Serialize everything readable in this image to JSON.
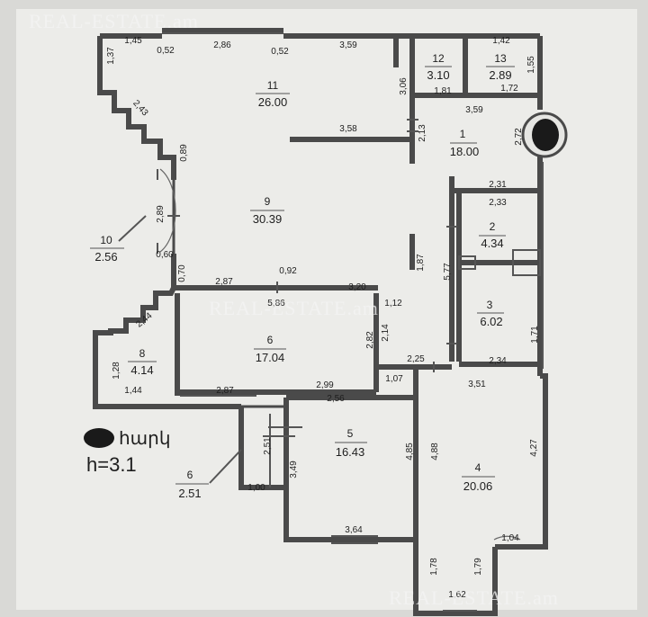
{
  "watermark": "REAL-ESTATE.am",
  "floor_label": "հարկ",
  "height_label": "h=3.1",
  "colors": {
    "paper": "#d9d9d6",
    "wall": "#4a4a4a",
    "redaction": "#1a1a1a"
  },
  "rooms": [
    {
      "num": "1",
      "area": "18.00"
    },
    {
      "num": "2",
      "area": "4.34"
    },
    {
      "num": "3",
      "area": "6.02"
    },
    {
      "num": "4",
      "area": "20.06"
    },
    {
      "num": "5",
      "area": "16.43"
    },
    {
      "num": "6",
      "area": "17.04"
    },
    {
      "num": "6",
      "area": "2.51"
    },
    {
      "num": "8",
      "area": "4.14"
    },
    {
      "num": "9",
      "area": "30.39"
    },
    {
      "num": "10",
      "area": "2.56"
    },
    {
      "num": "11",
      "area": "26.00"
    },
    {
      "num": "12",
      "area": "3.10"
    },
    {
      "num": "13",
      "area": "2.89"
    }
  ],
  "dimensions": [
    "1,45",
    "0,52",
    "2,86",
    "0,52",
    "3,59",
    "1,42",
    "1,37",
    "1,55",
    "3,06",
    "1,81",
    "1,72",
    "3,59",
    "2,43",
    "2,72",
    "2,13",
    "3,58",
    "0,89",
    "2,31",
    "2,33",
    "2,89",
    "5,77",
    "1,87",
    "0,60",
    "0,70",
    "2,87",
    "0,92",
    "3,20",
    "5,86",
    "1,12",
    "2,44",
    "2,14",
    "2,82",
    "1,71",
    "1,28",
    "1,44",
    "2,25",
    "2,34",
    "1,07",
    "3,51",
    "2,87",
    "2,99",
    "2,56",
    "2,51",
    "3,49",
    "4,85",
    "4,88",
    "4,27",
    "1,00",
    "3,64",
    "1,04",
    "1,78",
    "1,79",
    "1,62"
  ]
}
